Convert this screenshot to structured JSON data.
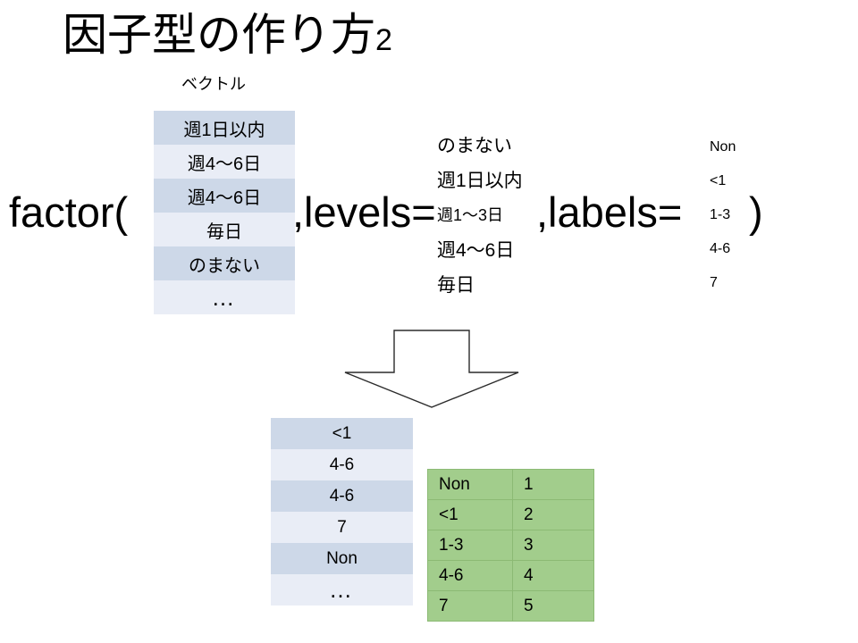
{
  "slide": {
    "title_text": "因子型の作り方",
    "title_number": "2",
    "vector_caption": "ベクトル"
  },
  "code": {
    "factor_open": "factor(",
    "levels_arg": ",levels=",
    "labels_arg": ",labels=",
    "paren_close": ")"
  },
  "vector_table": {
    "name": "input-vector",
    "rows": [
      "週1日以内",
      "週4〜6日",
      "週4〜6日",
      "毎日",
      "のまない",
      "…"
    ]
  },
  "levels_list": {
    "items": [
      "のまない",
      "週1日以内",
      "週1〜3日",
      "週4〜6日",
      "毎日"
    ]
  },
  "labels_list": {
    "items": [
      "Non",
      "<1",
      "1-3",
      "4-6",
      "7"
    ]
  },
  "arrow": {
    "icon": "down-arrow-icon",
    "direction": "down"
  },
  "result_table": {
    "name": "output-factor-vector",
    "rows": [
      "<1",
      "4-6",
      "4-6",
      "7",
      "Non",
      "…"
    ]
  },
  "mapping_table": {
    "rows": [
      {
        "label": "Non",
        "level": "1"
      },
      {
        "label": "<1",
        "level": "2"
      },
      {
        "label": "1-3",
        "level": "3"
      },
      {
        "label": "4-6",
        "level": "4"
      },
      {
        "label": "7",
        "level": "5"
      }
    ]
  },
  "colors": {
    "stripe_dark": "#cdd8e8",
    "stripe_light": "#e9edf6",
    "mapping_fill": "#a2cd8c",
    "mapping_border": "#8cba74",
    "text": "#000000",
    "background": "#ffffff"
  }
}
